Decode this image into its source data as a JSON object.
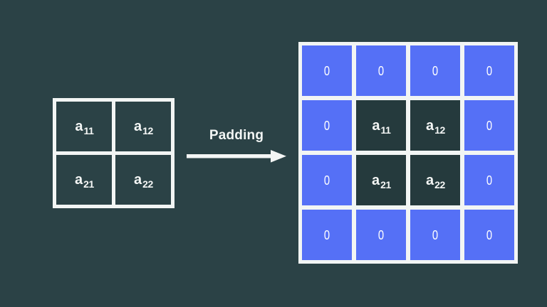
{
  "diagram": {
    "title": "Padding",
    "background_color": "#2b4246",
    "grid_line_color": "#f2f5f4",
    "zero_cell_color": "#5570f6",
    "value_cell_color": "#253a3d",
    "text_color": "#f4f6f5"
  },
  "input_matrix": {
    "rows": 2,
    "cols": 2,
    "cells": [
      {
        "base": "a",
        "sub": "11"
      },
      {
        "base": "a",
        "sub": "12"
      },
      {
        "base": "a",
        "sub": "21"
      },
      {
        "base": "a",
        "sub": "22"
      }
    ]
  },
  "transform": {
    "label": "Padding",
    "arrow_icon": "arrow-right-icon",
    "direction": "right"
  },
  "padded_matrix": {
    "rows": 4,
    "cols": 4,
    "pad_value": "0",
    "cells": [
      {
        "type": "zero",
        "text": "0"
      },
      {
        "type": "zero",
        "text": "0"
      },
      {
        "type": "zero",
        "text": "0"
      },
      {
        "type": "zero",
        "text": "0"
      },
      {
        "type": "zero",
        "text": "0"
      },
      {
        "type": "value",
        "base": "a",
        "sub": "11"
      },
      {
        "type": "value",
        "base": "a",
        "sub": "12"
      },
      {
        "type": "zero",
        "text": "0"
      },
      {
        "type": "zero",
        "text": "0"
      },
      {
        "type": "value",
        "base": "a",
        "sub": "21"
      },
      {
        "type": "value",
        "base": "a",
        "sub": "22"
      },
      {
        "type": "zero",
        "text": "0"
      },
      {
        "type": "zero",
        "text": "0"
      },
      {
        "type": "zero",
        "text": "0"
      },
      {
        "type": "zero",
        "text": "0"
      },
      {
        "type": "zero",
        "text": "0"
      }
    ]
  }
}
